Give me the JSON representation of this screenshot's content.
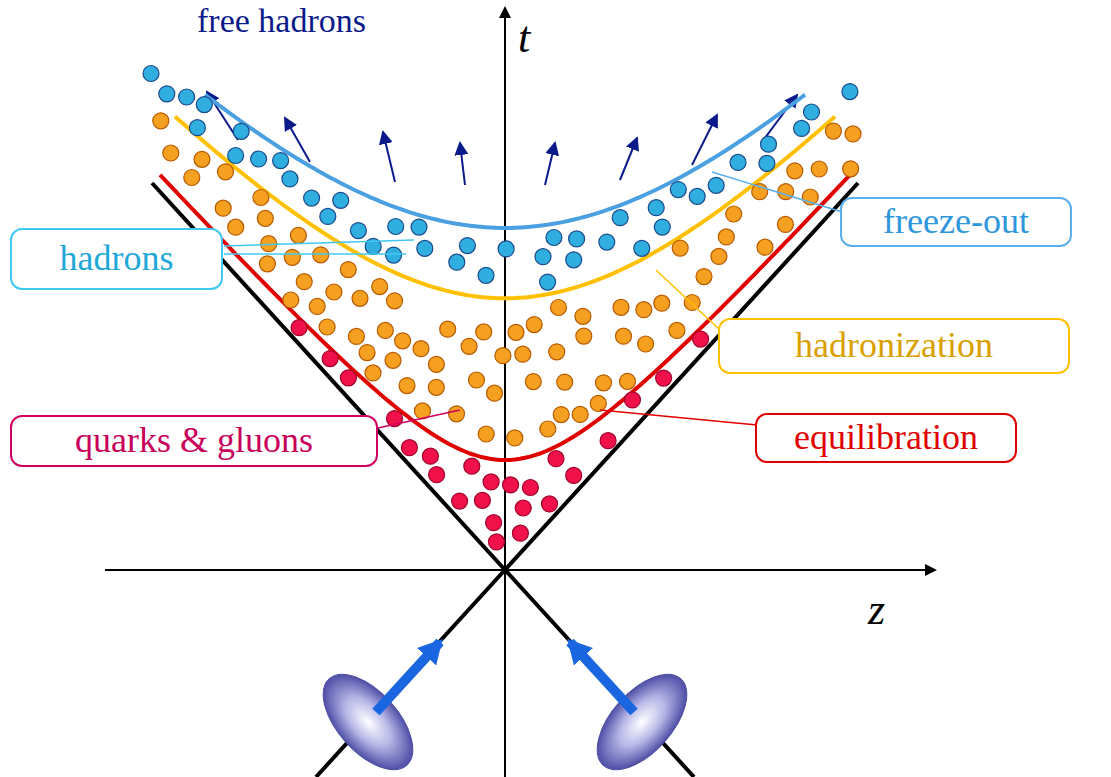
{
  "diagram": {
    "nodes": [
      {
        "text": [
          "freeze-out"
        ]
      },
      {
        "text": [
          "hadrons"
        ]
      },
      {
        "text": [
          "hadronization"
        ]
      },
      {
        "text": [
          "equilibration"
        ]
      },
      {
        "text": [
          "quarks & gluons"
        ]
      }
    ],
    "labels": [
      "free hadrons",
      "t",
      "z"
    ]
  }
}
